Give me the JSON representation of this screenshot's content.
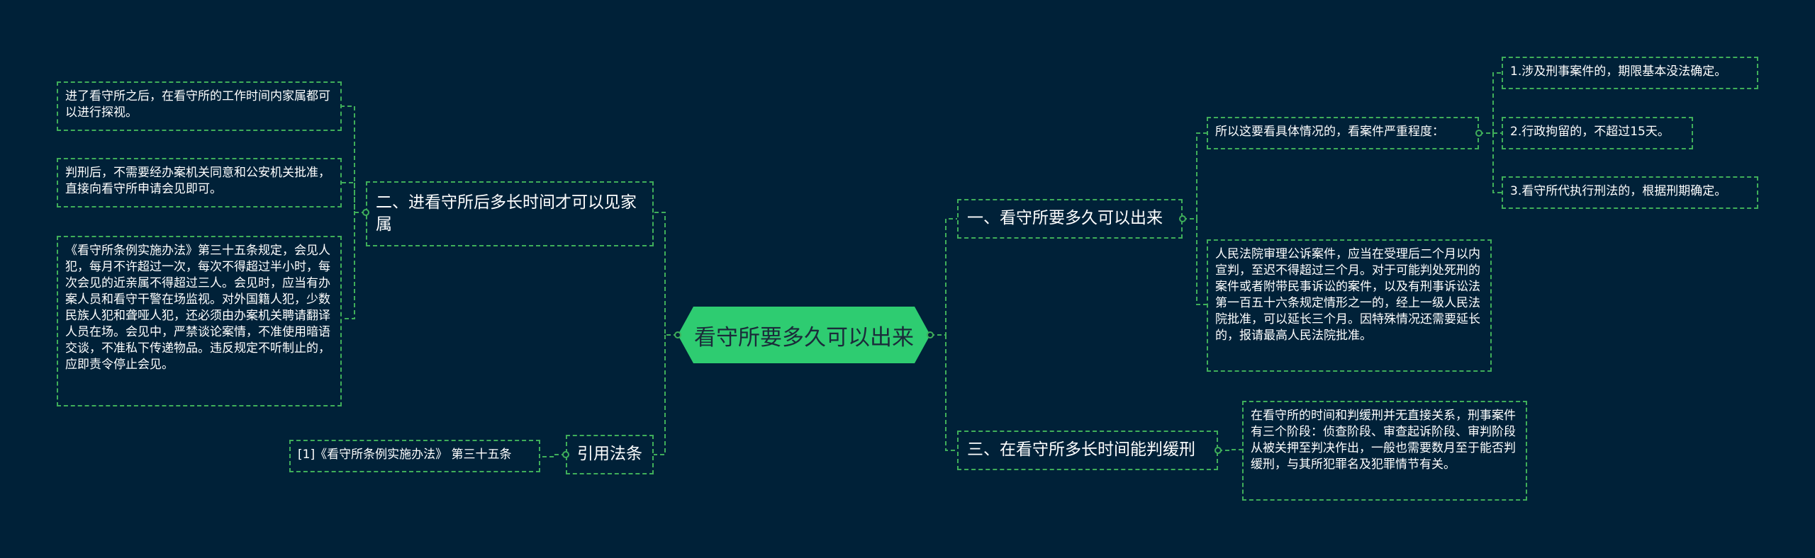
{
  "root": {
    "label": "看守所要多久可以出来"
  },
  "left": {
    "visit": {
      "label": "二、进看守所后多长时间才可以见家属",
      "items": [
        "进了看守所之后，在看守所的工作时间内家属都可以进行探视。",
        "判刑后，不需要经办案机关同意和公安机关批准，直接向看守所申请会见即可。",
        "《看守所条例实施办法》第三十五条规定，会见人犯，每月不许超过一次，每次不得超过半小时，每次会见的近亲属不得超过三人。会见时，应当有办案人员和看守干警在场监视。对外国籍人犯，少数民族人犯和聋哑人犯，还必须由办案机关聘请翻译人员在场。会见中，严禁谈论案情，不准使用暗语交谈，不准私下传递物品。违反规定不听制止的，应即责令停止会见。"
      ]
    },
    "refs": {
      "label": "引用法条",
      "items": [
        "[1]《看守所条例实施办法》 第三十五条"
      ]
    }
  },
  "right": {
    "release": {
      "label": "一、看守所要多久可以出来",
      "severity": {
        "label": "所以这要看具体情况的，看案件严重程度：",
        "items": [
          "1.涉及刑事案件的，期限基本没法确定。",
          "2.行政拘留的，不超过15天。",
          "3.看守所代执行刑法的，根据刑期确定。"
        ]
      },
      "court": "人民法院审理公诉案件，应当在受理后二个月以内宣判，至迟不得超过三个月。对于可能判处死刑的案件或者附带民事诉讼的案件，以及有刑事诉讼法第一百五十六条规定情形之一的，经上一级人民法院批准，可以延长三个月。因特殊情况还需要延长的，报请最高人民法院批准。"
    },
    "probation": {
      "label": "三、在看守所多长时间能判缓刑",
      "detail": "在看守所的时间和判缓刑并无直接关系，刑事案件有三个阶段：侦查阶段、审查起诉阶段、审判阶段从被关押至判决作出，一般也需要数月至于能否判缓刑，与其所犯罪名及犯罪情节有关。"
    }
  },
  "colors": {
    "background": "#002138",
    "accent": "#2ecc71",
    "line": "#3fae5a",
    "text": "#ffffff"
  }
}
